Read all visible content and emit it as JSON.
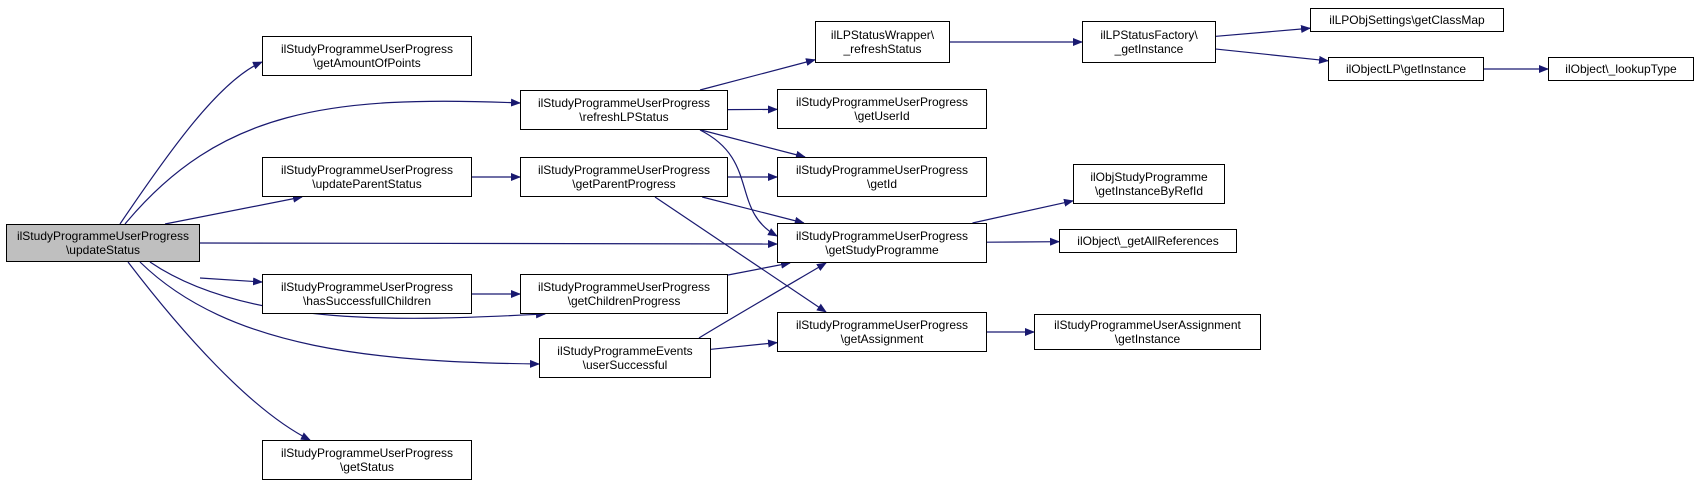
{
  "colors": {
    "edge": "#191970",
    "node_border": "#000000",
    "root_fill": "#bfbfbf",
    "node_fill": "#ffffff"
  },
  "nodes": [
    {
      "id": "root",
      "line1": "ilStudyProgrammeUserProgress",
      "line2": "\\updateStatus",
      "root": true
    },
    {
      "id": "amount",
      "line1": "ilStudyProgrammeUserProgress",
      "line2": "\\getAmountOfPoints"
    },
    {
      "id": "updparent",
      "line1": "ilStudyProgrammeUserProgress",
      "line2": "\\updateParentStatus"
    },
    {
      "id": "hassucc",
      "line1": "ilStudyProgrammeUserProgress",
      "line2": "\\hasSuccessfullChildren"
    },
    {
      "id": "getstatus",
      "line1": "ilStudyProgrammeUserProgress",
      "line2": "\\getStatus"
    },
    {
      "id": "refresh",
      "line1": "ilStudyProgrammeUserProgress",
      "line2": "\\refreshLPStatus"
    },
    {
      "id": "getparent",
      "line1": "ilStudyProgrammeUserProgress",
      "line2": "\\getParentProgress"
    },
    {
      "id": "getchildren",
      "line1": "ilStudyProgrammeUserProgress",
      "line2": "\\getChildrenProgress"
    },
    {
      "id": "usersucc",
      "line1": "ilStudyProgrammeEvents",
      "line2": "\\userSuccessful"
    },
    {
      "id": "lpwrap",
      "line1": "ilLPStatusWrapper\\",
      "line2": "_refreshStatus"
    },
    {
      "id": "getuserid",
      "line1": "ilStudyProgrammeUserProgress",
      "line2": "\\getUserId"
    },
    {
      "id": "getid",
      "line1": "ilStudyProgrammeUserProgress",
      "line2": "\\getId"
    },
    {
      "id": "getsp",
      "line1": "ilStudyProgrammeUserProgress",
      "line2": "\\getStudyProgramme"
    },
    {
      "id": "getassign",
      "line1": "ilStudyProgrammeUserProgress",
      "line2": "\\getAssignment"
    },
    {
      "id": "lpfactory",
      "line1": "ilLPStatusFactory\\",
      "line2": "_getInstance"
    },
    {
      "id": "objsp",
      "line1": "ilObjStudyProgramme",
      "line2": "\\getInstanceByRefId"
    },
    {
      "id": "allrefs",
      "line1": "ilObject\\_getAllReferences",
      "line2": ""
    },
    {
      "id": "assigninst",
      "line1": "ilStudyProgrammeUserAssignment",
      "line2": "\\getInstance"
    },
    {
      "id": "classmap",
      "line1": "ilLPObjSettings\\getClassMap",
      "line2": ""
    },
    {
      "id": "objectlp",
      "line1": "ilObjectLP\\getInstance",
      "line2": ""
    },
    {
      "id": "lookup",
      "line1": "ilObject\\_lookupType",
      "line2": ""
    }
  ],
  "edges": [
    [
      "root",
      "amount"
    ],
    [
      "root",
      "refresh"
    ],
    [
      "root",
      "updparent"
    ],
    [
      "root",
      "getsp"
    ],
    [
      "root",
      "hassucc"
    ],
    [
      "root",
      "getchildren"
    ],
    [
      "root",
      "usersucc"
    ],
    [
      "root",
      "getstatus"
    ],
    [
      "updparent",
      "getparent"
    ],
    [
      "hassucc",
      "getchildren"
    ],
    [
      "refresh",
      "lpwrap"
    ],
    [
      "refresh",
      "getuserid"
    ],
    [
      "refresh",
      "getid"
    ],
    [
      "refresh",
      "getsp"
    ],
    [
      "getparent",
      "getid"
    ],
    [
      "getparent",
      "getsp"
    ],
    [
      "getparent",
      "getassign"
    ],
    [
      "getchildren",
      "getsp"
    ],
    [
      "usersucc",
      "getsp"
    ],
    [
      "usersucc",
      "getassign"
    ],
    [
      "lpwrap",
      "lpfactory"
    ],
    [
      "lpfactory",
      "classmap"
    ],
    [
      "lpfactory",
      "objectlp"
    ],
    [
      "objectlp",
      "lookup"
    ],
    [
      "getsp",
      "objsp"
    ],
    [
      "getsp",
      "allrefs"
    ],
    [
      "getassign",
      "assigninst"
    ]
  ]
}
